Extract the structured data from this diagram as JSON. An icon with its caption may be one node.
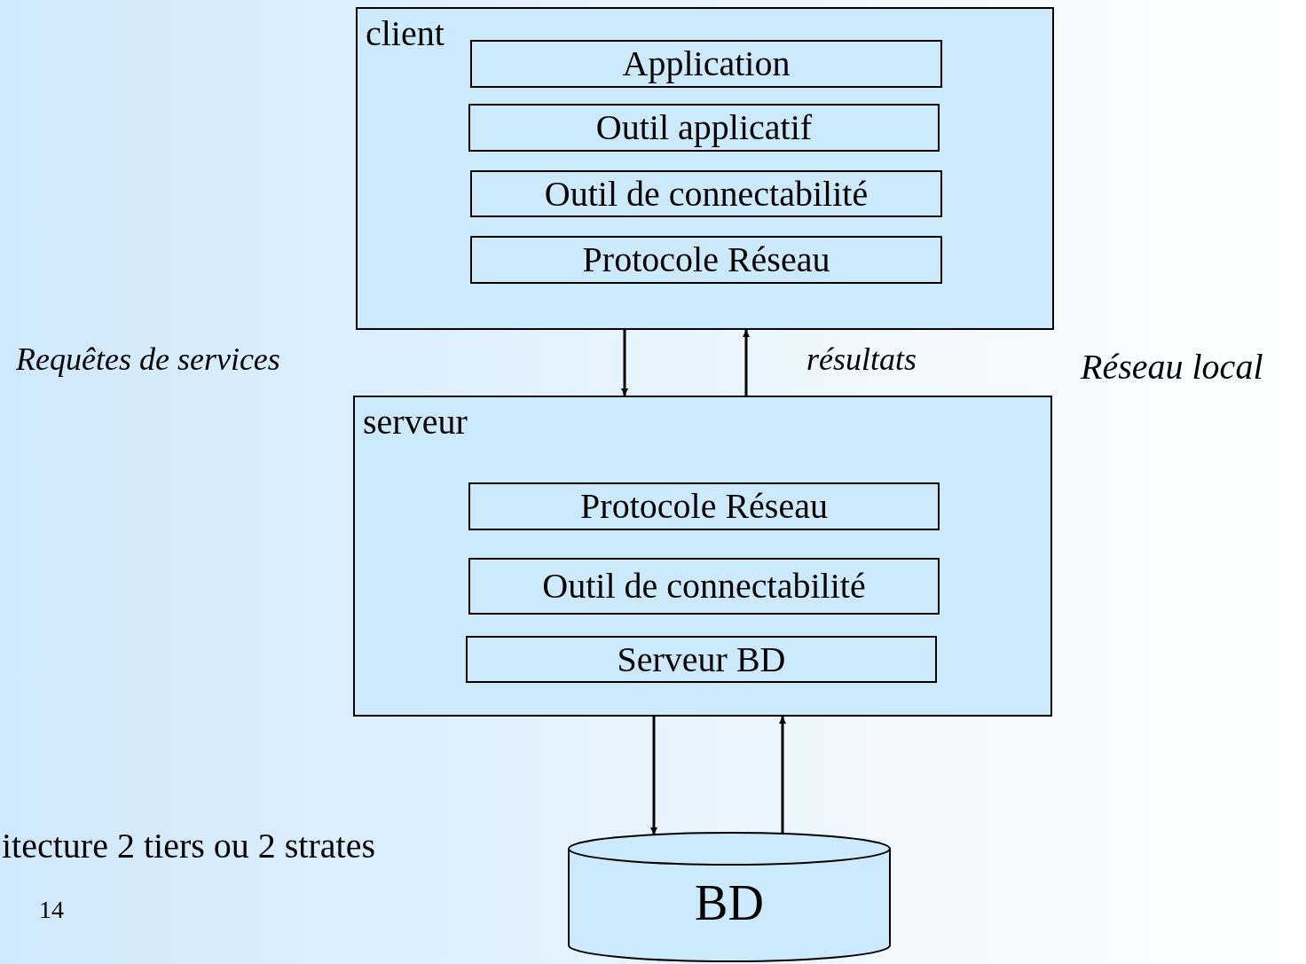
{
  "diagram": {
    "nodes": [
      {
        "text": [
          "client"
        ]
      },
      {
        "text": [
          "Application"
        ],
        "in": 0
      },
      {
        "text": [
          "Outil applicatif"
        ],
        "in": 0
      },
      {
        "text": [
          "Outil de connectabilité"
        ],
        "in": 0
      },
      {
        "text": [
          "Protocole Réseau"
        ],
        "in": 0
      },
      {
        "text": [
          "serveur"
        ]
      },
      {
        "text": [
          "Protocole Réseau"
        ],
        "in": 5
      },
      {
        "text": [
          "Outil de connectabilité"
        ],
        "in": 5
      },
      {
        "text": [
          "Serveur BD"
        ],
        "in": 5
      },
      {
        "text": [
          "BD"
        ]
      }
    ],
    "edges": [
      {
        "from": 0,
        "to": 5,
        "arrow": "to"
      },
      {
        "from": 5,
        "to": 0,
        "arrow": "to"
      },
      {
        "from": 5,
        "to": 9,
        "arrow": "to"
      },
      {
        "from": 9,
        "to": 5,
        "arrow": "to"
      }
    ],
    "labels": [
      "Requêtes de services",
      "résultats",
      "Réseau local",
      "itecture 2 tiers ou 2 strates",
      "14"
    ]
  }
}
